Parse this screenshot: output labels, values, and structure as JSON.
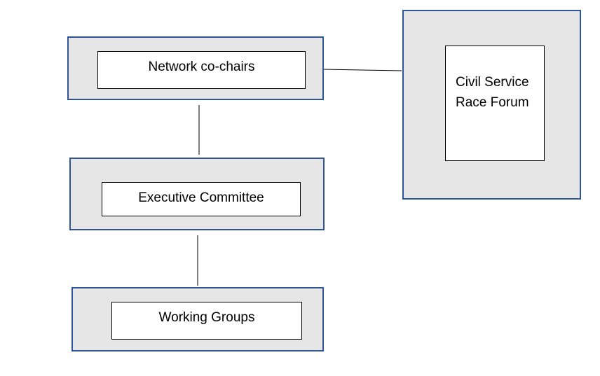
{
  "diagram": {
    "nodes": {
      "network_cochairs": {
        "label": "Network co-chairs"
      },
      "executive_committee": {
        "label": "Executive Committee"
      },
      "working_groups": {
        "label": "Working Groups"
      },
      "race_forum": {
        "label": "Civil Service\nRace Forum"
      }
    },
    "edges": [
      {
        "from": "network_cochairs",
        "to": "race_forum"
      },
      {
        "from": "network_cochairs",
        "to": "executive_committee"
      },
      {
        "from": "executive_committee",
        "to": "working_groups"
      }
    ],
    "colors": {
      "outer_fill": "#e7e6e6",
      "outer_border": "#2f5597",
      "inner_fill": "#ffffff",
      "inner_border": "#000000",
      "connector": "#000000"
    }
  }
}
